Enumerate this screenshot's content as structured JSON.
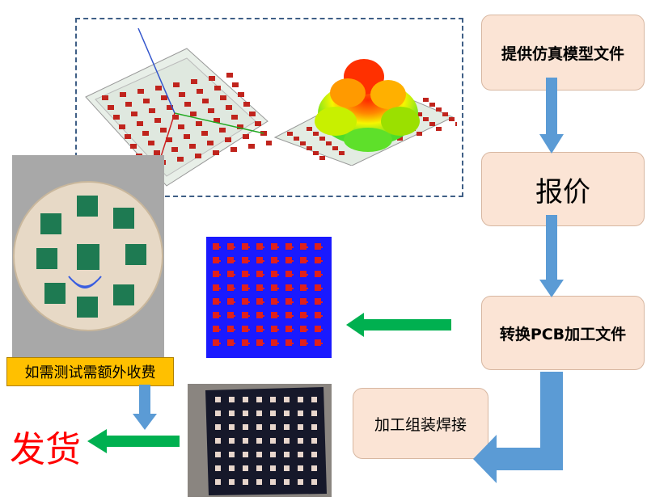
{
  "steps": {
    "provide_model": "提供仿真模型文件",
    "quote": "报价",
    "convert_pcb": "转换PCB加工文件",
    "assemble_weld": "加工组装焊接"
  },
  "test_note": "如需测试需额外收费",
  "ship": "发货",
  "colors": {
    "step_fill": "#fbe4d5",
    "blue_arrow": "#5b9bd5",
    "green_arrow": "#00b050",
    "test_fill": "#ffc000",
    "ship_text": "#ff0000",
    "dashed_border": "#3f5f86"
  },
  "images": [
    "antenna-array-3d-model",
    "radiation-pattern-3d",
    "antenna-test-fixture-photo",
    "pcb-layout-blue-red",
    "fabricated-pcb-photo"
  ]
}
